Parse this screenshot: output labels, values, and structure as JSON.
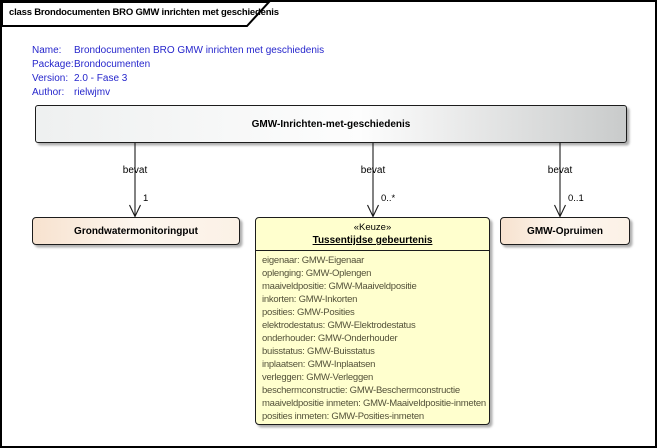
{
  "frame": {
    "tab_label": "class Brondocumenten BRO GMW inrichten met geschiedenis"
  },
  "metadata": {
    "rows": [
      {
        "label": "Name:",
        "value": "Brondocumenten BRO GMW inrichten met geschiedenis"
      },
      {
        "label": "Package:",
        "value": "Brondocumenten"
      },
      {
        "label": "Version:",
        "value": "2.0 - Fase 3"
      },
      {
        "label": "Author:",
        "value": "rielwjmv"
      }
    ]
  },
  "classes": {
    "root": {
      "name": "GMW-Inrichten-met-geschiedenis"
    },
    "left": {
      "name": "Grondwatermonitoringput"
    },
    "right": {
      "name": "GMW-Opruimen"
    },
    "choice": {
      "stereotype": "«Keuze»",
      "name": "Tussentijdse gebeurtenis",
      "attributes": [
        "eigenaar: GMW-Eigenaar",
        "oplenging: GMW-Oplengen",
        "maaiveldpositie: GMW-Maaiveldpositie",
        "inkorten: GMW-Inkorten",
        "posities: GMW-Posities",
        "elektrodestatus: GMW-Elektrodestatus",
        "onderhouder: GMW-Onderhouder",
        "buisstatus: GMW-Buisstatus",
        "inplaatsen: GMW-Inplaatsen",
        "verleggen: GMW-Verleggen",
        "beschermconstructie: GMW-Beschermconstructie",
        "maaiveldpositie inmeten: GMW-Maaiveldpositie-inmeten",
        "posities inmeten: GMW-Posities-inmeten"
      ]
    }
  },
  "connectors": [
    {
      "label": "bevat",
      "multiplicity": "1"
    },
    {
      "label": "bevat",
      "multiplicity": "0..*"
    },
    {
      "label": "bevat",
      "multiplicity": "0..1"
    }
  ],
  "colors": {
    "metadata_text": "#2626cc",
    "attribute_text": "#54523a",
    "choice_fill": "#ffffce",
    "class_fill_peach": "#f7e2cf",
    "root_fill_gray": "#c9cbcb",
    "line": "#1c1c1c"
  }
}
